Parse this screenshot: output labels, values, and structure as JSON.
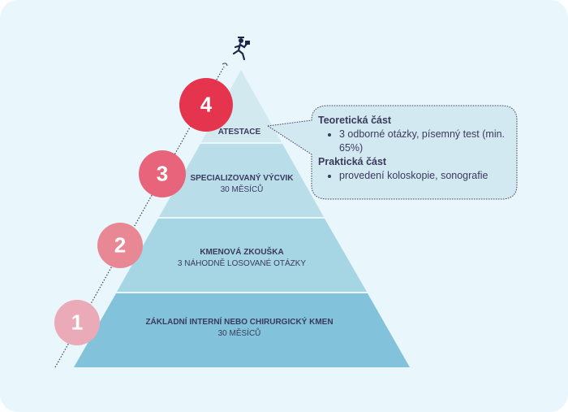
{
  "levels": [
    {
      "number": "1",
      "title": "ZÁKLADNÍ INTERNÍ NEBO CHIRURGICKÝ KMEN",
      "subtitle": "30 MĚSÍCŮ",
      "color": "#82c3db",
      "circle": "#ebaab7"
    },
    {
      "number": "2",
      "title": "KMENOVÁ ZKOUŠKA",
      "subtitle": "3 NÁHODNĚ LOSOVANÉ OTÁZKY",
      "color": "#a6d5e4",
      "circle": "#e98895"
    },
    {
      "number": "3",
      "title": "SPECIALIZOVANÝ VÝCVIK",
      "subtitle": "30 MĚSÍCŮ",
      "color": "#b9dde9",
      "circle": "#e8647a"
    },
    {
      "number": "4",
      "title": "ATESTACE",
      "color": "#d3e9f0",
      "circle": "#e5344e"
    }
  ],
  "callout": {
    "theory_heading": "Teoretická část",
    "theory_item": "3 odborné otázky, písemný test (min. 65%)",
    "practical_heading": "Praktická část",
    "practical_item": "provedení koloskopie, sonografie"
  },
  "icons": {
    "top": "running-businessman-icon"
  }
}
